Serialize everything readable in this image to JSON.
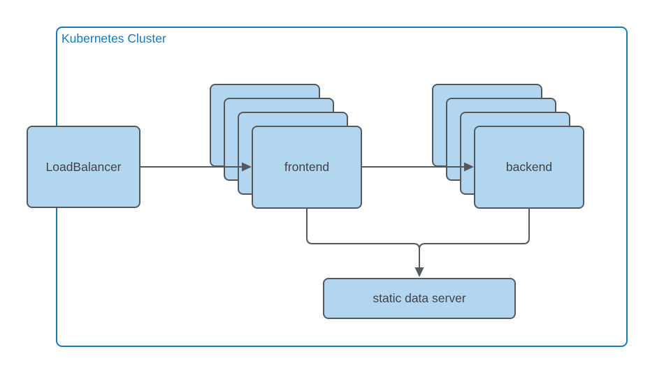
{
  "diagram": {
    "cluster_label": "Kubernetes Cluster",
    "nodes": {
      "load_balancer": {
        "label": "LoadBalancer"
      },
      "frontend": {
        "label": "frontend",
        "visible_replicas": 4
      },
      "backend": {
        "label": "backend",
        "visible_replicas": 4
      },
      "static_server": {
        "label": "static data server"
      }
    },
    "edges": [
      {
        "from": "LoadBalancer",
        "to": "frontend",
        "arrow": true
      },
      {
        "from": "frontend",
        "to": "backend",
        "arrow": true
      },
      {
        "from": "frontend",
        "to": "static data server",
        "arrow": true
      },
      {
        "from": "backend",
        "to": "static data server",
        "arrow": true
      }
    ],
    "colors": {
      "node_fill": "#b3d6f0",
      "node_border": "#54595e",
      "connector": "#54595e",
      "cluster_border": "#1779ba",
      "cluster_text": "#1779ba",
      "node_text": "#3f4349",
      "canvas_bg": "#ffffff"
    }
  }
}
